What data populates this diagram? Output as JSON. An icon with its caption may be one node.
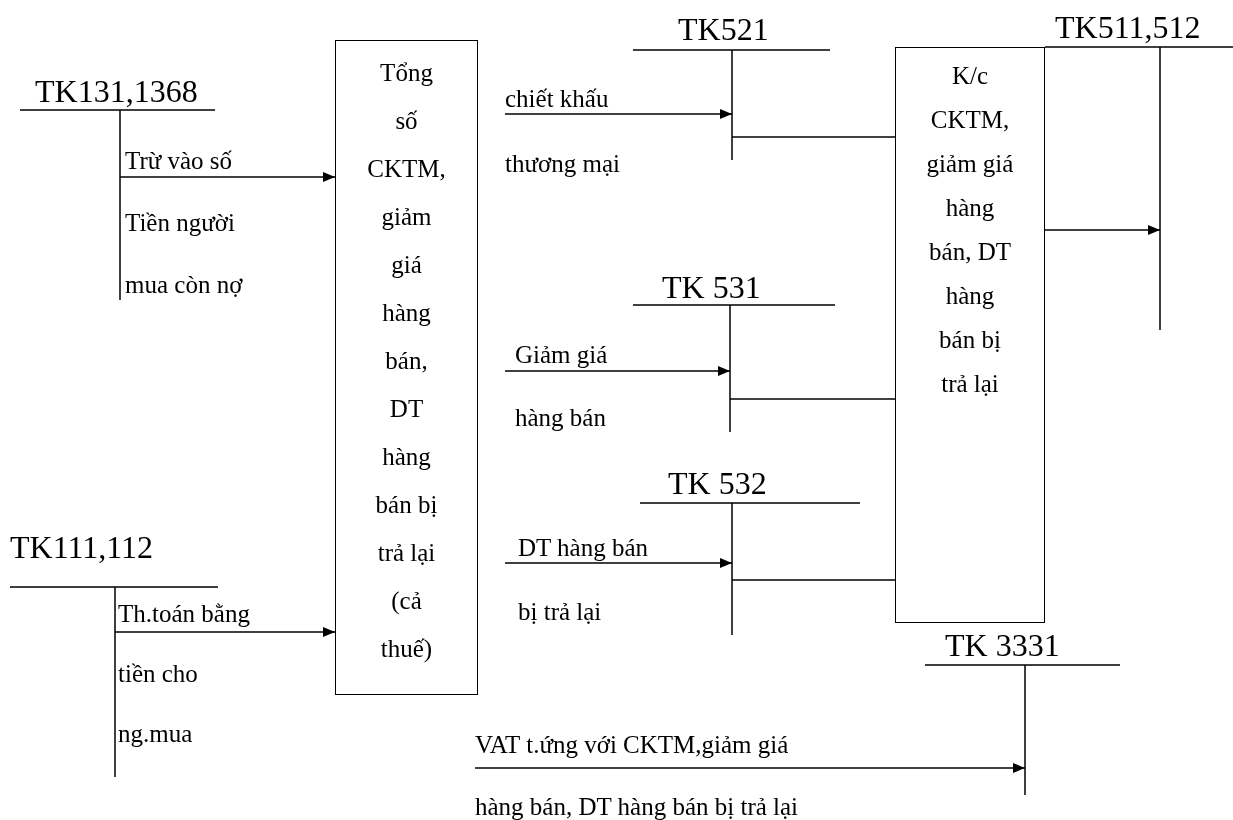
{
  "diagram": {
    "nodes": [
      {
        "text": [
          "TK131,1368"
        ]
      },
      {
        "text": [
          "Tổng số CKTM, giảm giá hàng bán, DT hàng bán bị trả lại (cả thuế)"
        ]
      },
      {
        "text": [
          "TK521"
        ]
      },
      {
        "text": [
          "TK 531"
        ]
      },
      {
        "text": [
          "TK 532"
        ]
      },
      {
        "text": [
          "K/c CKTM, giảm giá hàng bán, DT hàng bán bị trả lại"
        ]
      },
      {
        "text": [
          "TK511,512"
        ]
      },
      {
        "text": [
          "TK111,112"
        ]
      },
      {
        "text": [
          "TK 3331"
        ]
      }
    ],
    "edges": [
      {
        "from": 0,
        "to": 1,
        "arrow": "to",
        "label": "Trừ vào số Tiền người mua còn nợ"
      },
      {
        "from": 7,
        "to": 1,
        "arrow": "to",
        "label": "Th.toán bằng tiền cho ng.mua"
      },
      {
        "from": null,
        "to": 2,
        "arrow": "to",
        "label": "chiết khấu thương mại"
      },
      {
        "from": null,
        "to": 3,
        "arrow": "to",
        "label": "Giảm giá hàng bán"
      },
      {
        "from": null,
        "to": 4,
        "arrow": "to",
        "label": "DT hàng bán bị trả lại"
      },
      {
        "from": 2,
        "to": 5,
        "arrow": "none"
      },
      {
        "from": 3,
        "to": 5,
        "arrow": "none"
      },
      {
        "from": 4,
        "to": 5,
        "arrow": "none"
      },
      {
        "from": 5,
        "to": 6,
        "arrow": "to"
      },
      {
        "from": null,
        "to": 8,
        "arrow": "to",
        "label": "VAT t.ứng với CKTM,giảm giá hàng bán, DT hàng bán bị trả lại"
      }
    ]
  }
}
